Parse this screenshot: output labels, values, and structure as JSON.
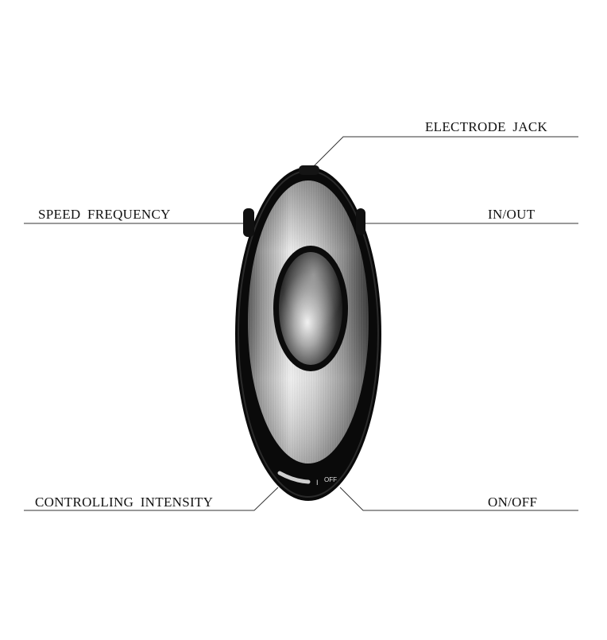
{
  "labels": {
    "electrode_jack": "ELECTRODE JACK",
    "speed_frequency": "SPEED FREQUENCY",
    "in_out": "IN/OUT",
    "controlling_intensity": "CONTROLLING INTENSITY",
    "on_off": "ON/OFF"
  },
  "device": {
    "switch_mark_on": "I",
    "switch_mark_off": "OFF"
  },
  "colors": {
    "background": "#ffffff",
    "leader_line": "#333333",
    "device_shell": "#0a0a0a",
    "brushed_metal_light": "#e9e9e9",
    "brushed_metal_dark": "#4a4a4a"
  }
}
